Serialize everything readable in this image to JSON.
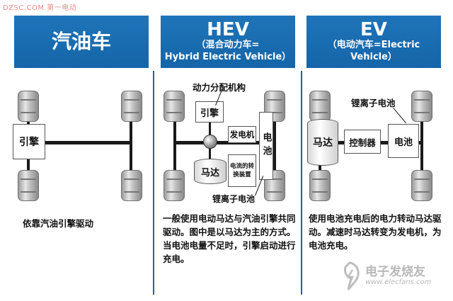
{
  "watermark": {
    "site": "DZSC.COM 第一电动"
  },
  "panels": [
    {
      "title": "汽油车",
      "subtitle": "",
      "components": {
        "engine": "引擎"
      },
      "description": "依靠汽油引擎驱动"
    },
    {
      "title": "HEV",
      "subtitle_line1": "（混合动力车=",
      "subtitle_line2": "Hybrid Electric Vehicle）",
      "components": {
        "power_split": "动力分配机构",
        "engine": "引擎",
        "generator": "发电机",
        "motor": "马达",
        "converter": "电流的转换装置",
        "battery": "电池",
        "li_battery": "锂离子电池"
      },
      "description": "一般使用电动马达与汽油引擎共同驱动。图中是以马达为主的方式。当电池电量不足时，引擎启动进行充电。"
    },
    {
      "title": "EV",
      "subtitle": "（电动汽车=Electric Vehicle）",
      "components": {
        "motor": "马达",
        "controller": "控制器",
        "battery": "电池",
        "li_battery": "锂离子电池"
      },
      "description": "使用电池充电后的电力转动马达驱动。减速时马达转变为发电机，为电池充电。"
    }
  ],
  "logo": {
    "name": "电子发烧友",
    "url": "www.elecfans.com"
  }
}
